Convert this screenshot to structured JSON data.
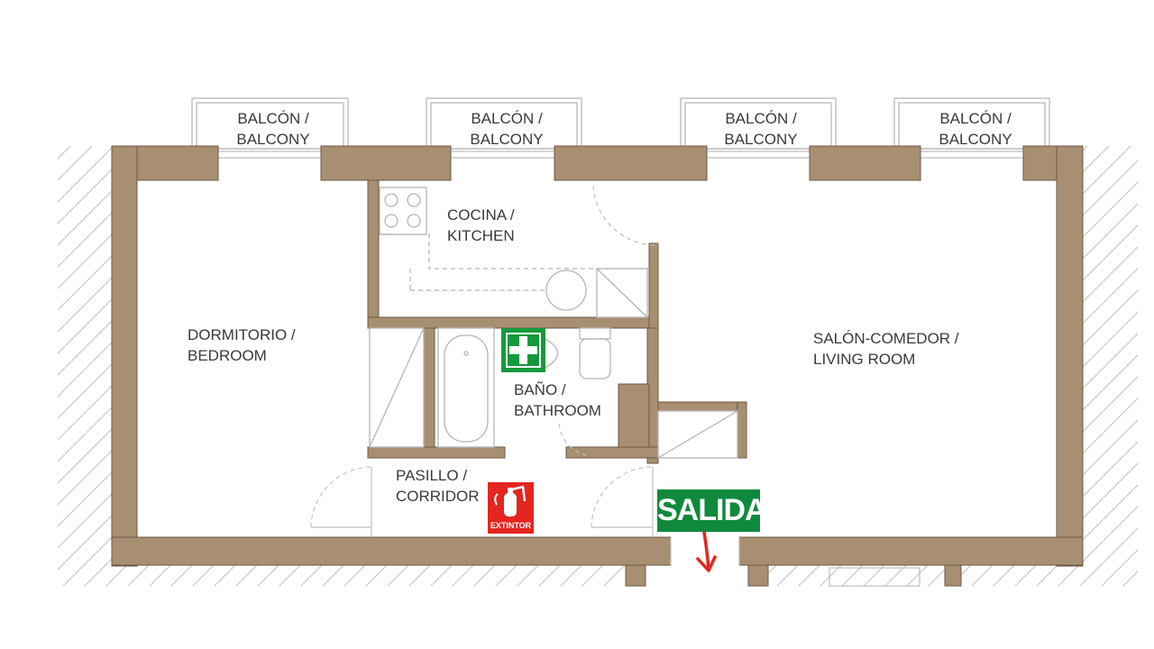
{
  "rooms": {
    "balcony_1": {
      "es": "BALCÓN /",
      "en": "BALCONY"
    },
    "balcony_2": {
      "es": "BALCÓN /",
      "en": "BALCONY"
    },
    "balcony_3": {
      "es": "BALCÓN /",
      "en": "BALCONY"
    },
    "balcony_4": {
      "es": "BALCÓN /",
      "en": "BALCONY"
    },
    "kitchen": {
      "es": "COCINA /",
      "en": "KITCHEN"
    },
    "bedroom": {
      "es": "DORMITORIO /",
      "en": "BEDROOM"
    },
    "living": {
      "es": "SALÓN-COMEDOR /",
      "en": "LIVING ROOM"
    },
    "bathroom": {
      "es": "BAÑO /",
      "en": "BATHROOM"
    },
    "corridor": {
      "es": "PASILLO /",
      "en": "CORRIDOR"
    }
  },
  "signs": {
    "exit": "SALIDA",
    "extinguisher": "EXTINTOR"
  },
  "colors": {
    "wall": "#a88f72",
    "wall_stroke": "#6e5a45",
    "fixture": "#b5b5b5",
    "exit_green": "#0f8a3c",
    "first_aid_green": "#149a3c",
    "extinguisher_red": "#e3261f",
    "arrow_red": "#e3261f"
  },
  "icons": {
    "first_aid": "first-aid-cross-icon",
    "extinguisher": "fire-extinguisher-icon",
    "exit_arrow": "exit-arrow-icon"
  }
}
